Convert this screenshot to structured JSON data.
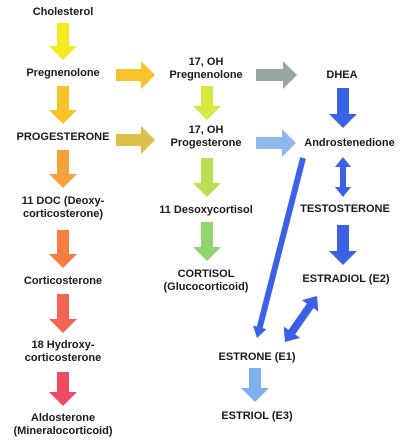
{
  "nodes": {
    "cholesterol": "Cholesterol",
    "pregnenolone": "Pregnenolone",
    "progesterone": "PROGESTERONE",
    "doc_line1": "11 DOC (Deoxy-",
    "doc_line2": "corticosterone)",
    "corticosterone": "Corticosterone",
    "hydroxy_line1": "18 Hydroxy-",
    "hydroxy_line2": "corticosterone",
    "aldosterone_line1": "Aldosterone",
    "aldosterone_line2": "(Mineralocorticoid)",
    "oh_preg_line1": "17, OH",
    "oh_preg_line2": "Pregnenolone",
    "oh_prog_line1": "17, OH",
    "oh_prog_line2": "Progesterone",
    "desoxycortisol": "11 Desoxycortisol",
    "cortisol_line1": "CORTISOL",
    "cortisol_line2": "(Glucocorticoid)",
    "dhea": "DHEA",
    "androstenedione": "Androstenedione",
    "testosterone": "TESTOSTERONE",
    "estradiol": "ESTRADIOL (E2)",
    "estrone": "ESTRONE (E1)",
    "estriol": "ESTRIOL (E3)"
  },
  "colors": {
    "yellow": "#f5ea20",
    "yellow_orange": "#f7c328",
    "orange": "#f6a13a",
    "orange_red": "#f57f40",
    "red_orange": "#f26552",
    "red": "#ef4a62",
    "tan": "#dcc04a",
    "yellow_green": "#d9e83c",
    "light_green": "#b8e052",
    "green": "#8fd66f",
    "grey": "#9aa6a2",
    "light_blue": "#8fb8ec",
    "blue": "#3b62e6",
    "sky_blue": "#7fb0ee"
  }
}
